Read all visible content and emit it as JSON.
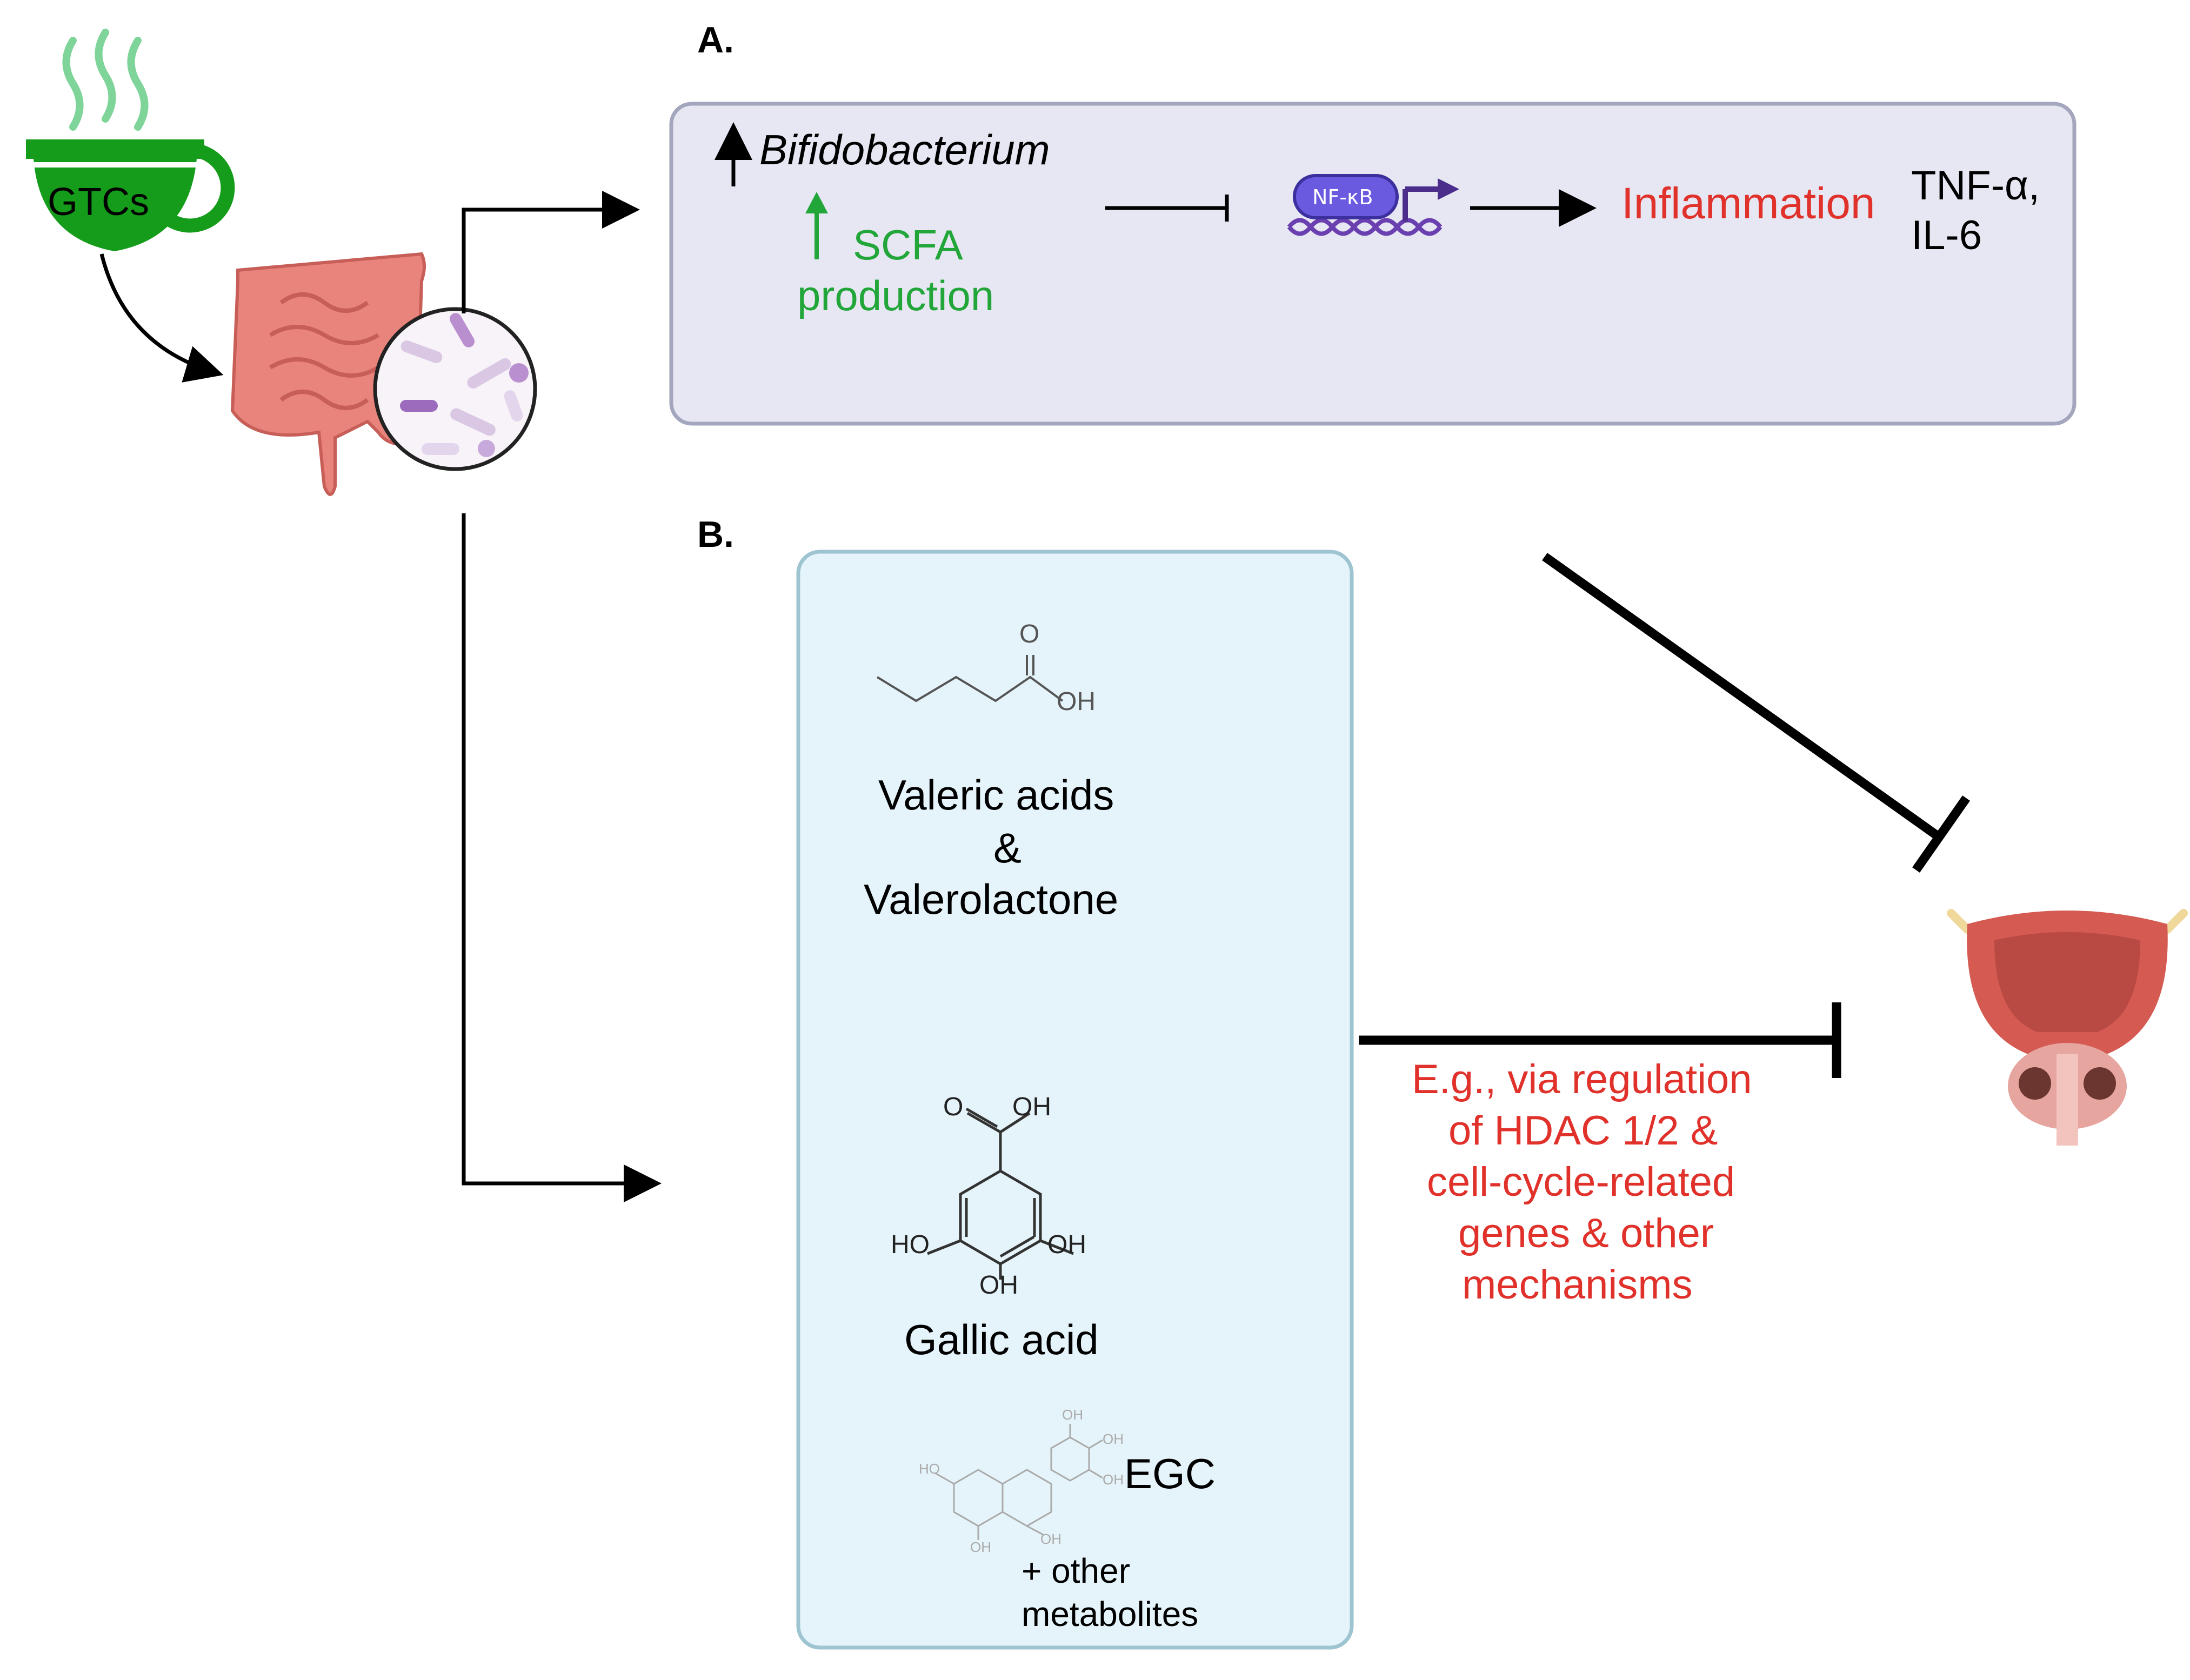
{
  "tea": {
    "label": "GTCs"
  },
  "panel_a": {
    "label": "A.",
    "bacterium": "Bifidobacterium",
    "scfa_line1": "SCFA",
    "scfa_line2": "production",
    "nfkb": "NF-κB",
    "inflammation": "Inflammation",
    "cytokine_line1": "TNF-α,",
    "cytokine_line2": "IL-6"
  },
  "panel_b": {
    "label": "B.",
    "valeric_line1": "Valeric acids",
    "valeric_line2": "&",
    "valeric_line3": "Valerolactone",
    "gallic": "Gallic acid",
    "egc": "EGC",
    "other_line1": "+ other",
    "other_line2": "metabolites",
    "mechanism_lines": [
      "E.g., via regulation",
      "of HDAC 1/2 &",
      "cell-cycle-related",
      "genes & other",
      "mechanisms"
    ]
  },
  "chem": {
    "o": "O",
    "oh": "OH",
    "ho": "HO"
  },
  "colors": {
    "panel_a_fill": "#e6e7f3",
    "panel_a_border": "#a3a6bd",
    "panel_b_fill": "#e5f4fa",
    "panel_b_border": "#9ec3d1",
    "green": "#22a63a",
    "red": "#e0312b",
    "nfkb": "#6a5ae0",
    "tea_green": "#149c1a",
    "intestine": "#e8847c",
    "bladder": "#c9534c"
  }
}
